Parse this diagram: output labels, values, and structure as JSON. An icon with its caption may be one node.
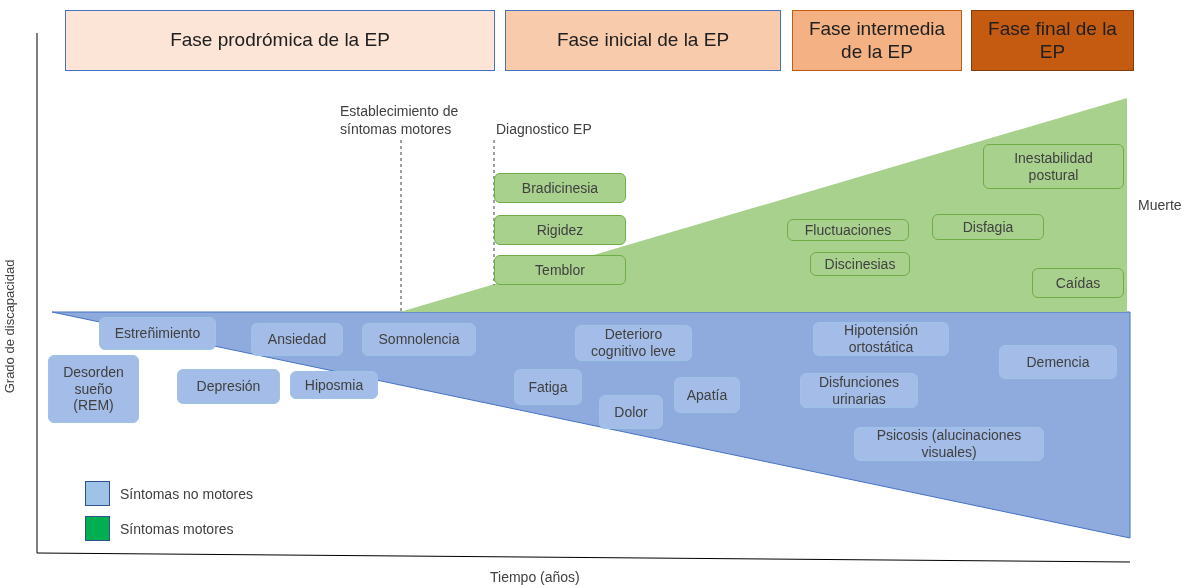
{
  "diagram": {
    "nodes": [
      {
        "text": [
          "Fase prodrómica de la EP"
        ]
      },
      {
        "text": [
          "Fase inicial de la EP"
        ]
      },
      {
        "text": [
          "Fase intermedia de la EP"
        ]
      },
      {
        "text": [
          "Fase final de la EP"
        ]
      },
      {
        "text": [
          "Bradicinesia"
        ]
      },
      {
        "text": [
          "Rigidez"
        ]
      },
      {
        "text": [
          "Temblor"
        ]
      },
      {
        "text": [
          "Inestabilidad postural"
        ]
      },
      {
        "text": [
          "Fluctuaciones"
        ]
      },
      {
        "text": [
          "Disfagia"
        ]
      },
      {
        "text": [
          "Discinesias"
        ]
      },
      {
        "text": [
          "Caídas"
        ]
      },
      {
        "text": [
          "Estreñimiento"
        ]
      },
      {
        "text": [
          "Ansiedad"
        ]
      },
      {
        "text": [
          "Somnolencia"
        ]
      },
      {
        "text": [
          "Deterioro cognitivo leve"
        ]
      },
      {
        "text": [
          "Hipotensión ortostática"
        ]
      },
      {
        "text": [
          "Demencia"
        ]
      },
      {
        "text": [
          "Desorden sueño (REM)"
        ]
      },
      {
        "text": [
          "Depresión"
        ]
      },
      {
        "text": [
          "Hiposmia"
        ]
      },
      {
        "text": [
          "Fatiga"
        ]
      },
      {
        "text": [
          "Apatía"
        ]
      },
      {
        "text": [
          "Disfunciones urinarias"
        ]
      },
      {
        "text": [
          "Dolor"
        ]
      },
      {
        "text": [
          "Psicosis (alucinaciones visuales)"
        ]
      }
    ],
    "labels": [
      "Establecimiento de síntomas motores",
      "Diagnostico EP",
      "Muerte",
      "Grado de discapacidad",
      "Tiempo (años)"
    ],
    "legend": [
      {
        "text": "Síntomas no motores",
        "color": "#9dc3e6"
      },
      {
        "text": "Síntomas motores",
        "color": "#00b050"
      }
    ]
  }
}
